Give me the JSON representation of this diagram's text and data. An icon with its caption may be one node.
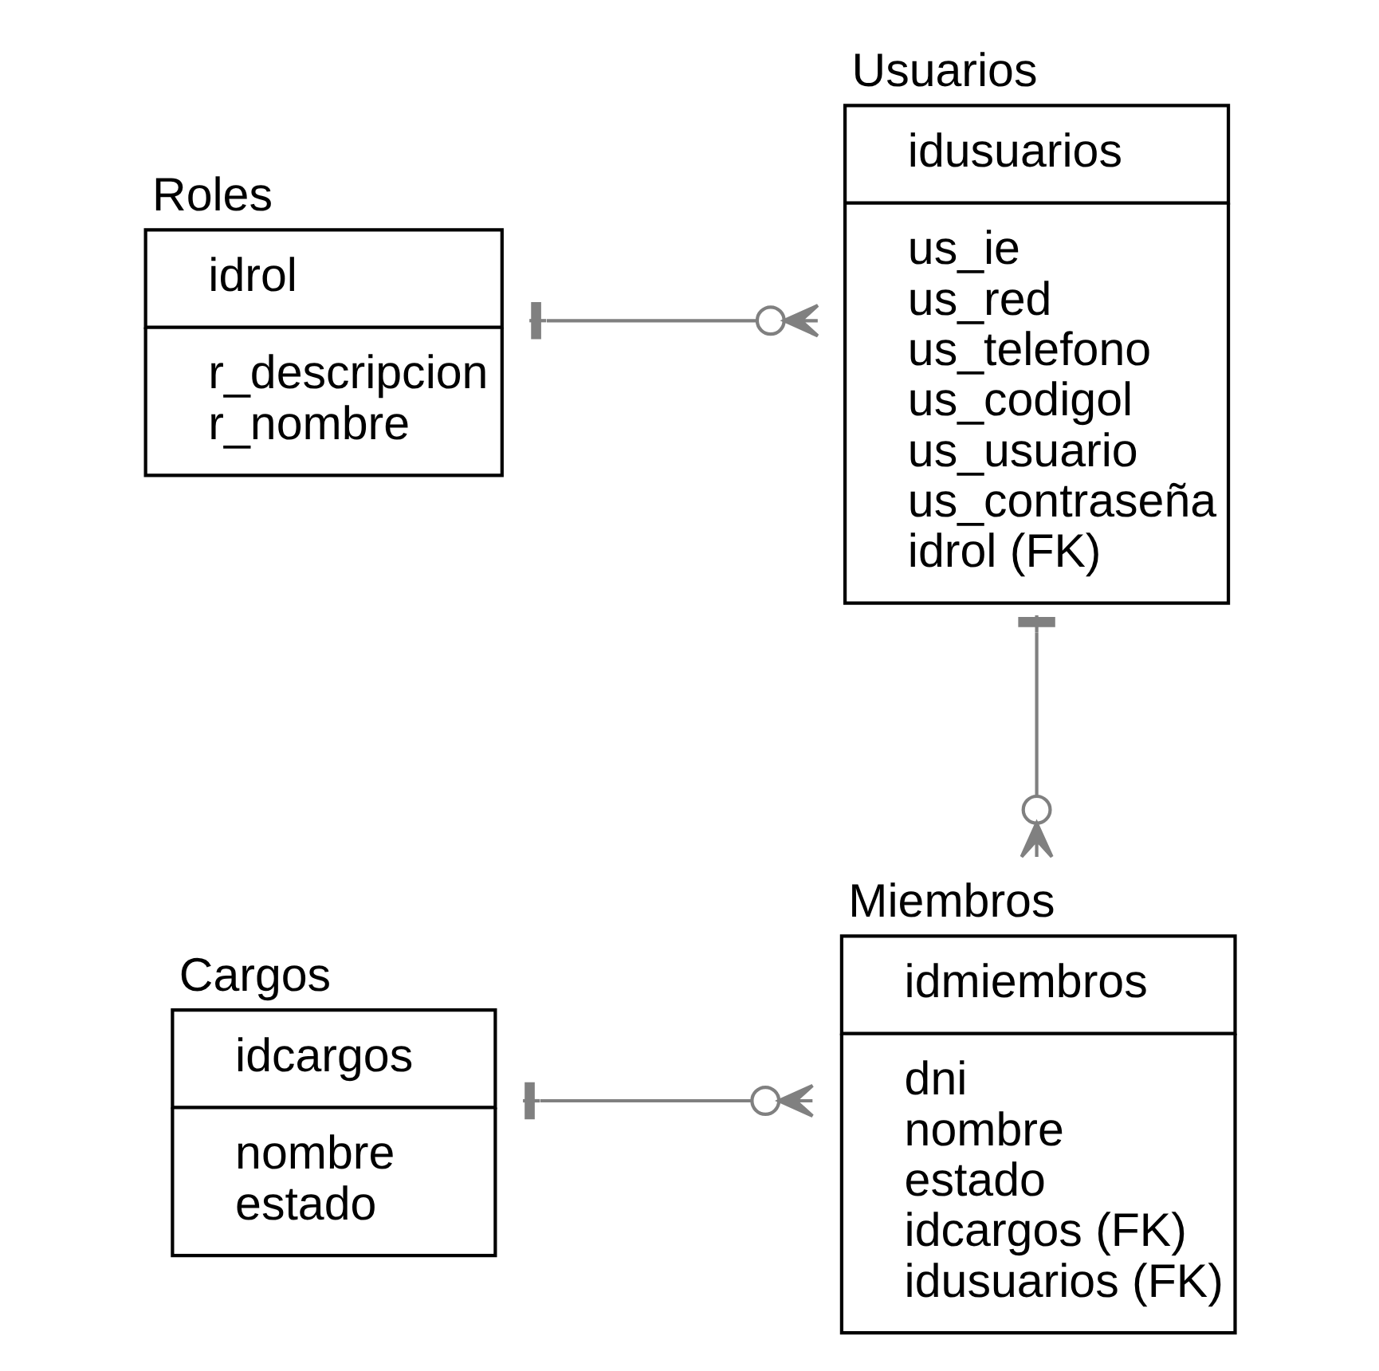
{
  "diagram": {
    "nodes": [
      {
        "text": [
          "Roles",
          "idrol",
          "r_descripcion",
          "r_nombre"
        ]
      },
      {
        "text": [
          "Usuarios",
          "idusuarios",
          "us_ie",
          "us_red",
          "us_telefono",
          "us_codigol",
          "us_usuario",
          "us_contraseña",
          "idrol (FK)"
        ]
      },
      {
        "text": [
          "Cargos",
          "idcargos",
          "nombre",
          "estado"
        ]
      },
      {
        "text": [
          "Miembros",
          "idmiembros",
          "dni",
          "nombre",
          "estado",
          "idcargos (FK)",
          "idusuarios (FK)"
        ]
      }
    ],
    "edges": [
      {
        "from": 0,
        "to": 1,
        "arrow": "other"
      },
      {
        "from": 1,
        "to": 3,
        "arrow": "other"
      },
      {
        "from": 2,
        "to": 3,
        "arrow": "other"
      }
    ]
  }
}
